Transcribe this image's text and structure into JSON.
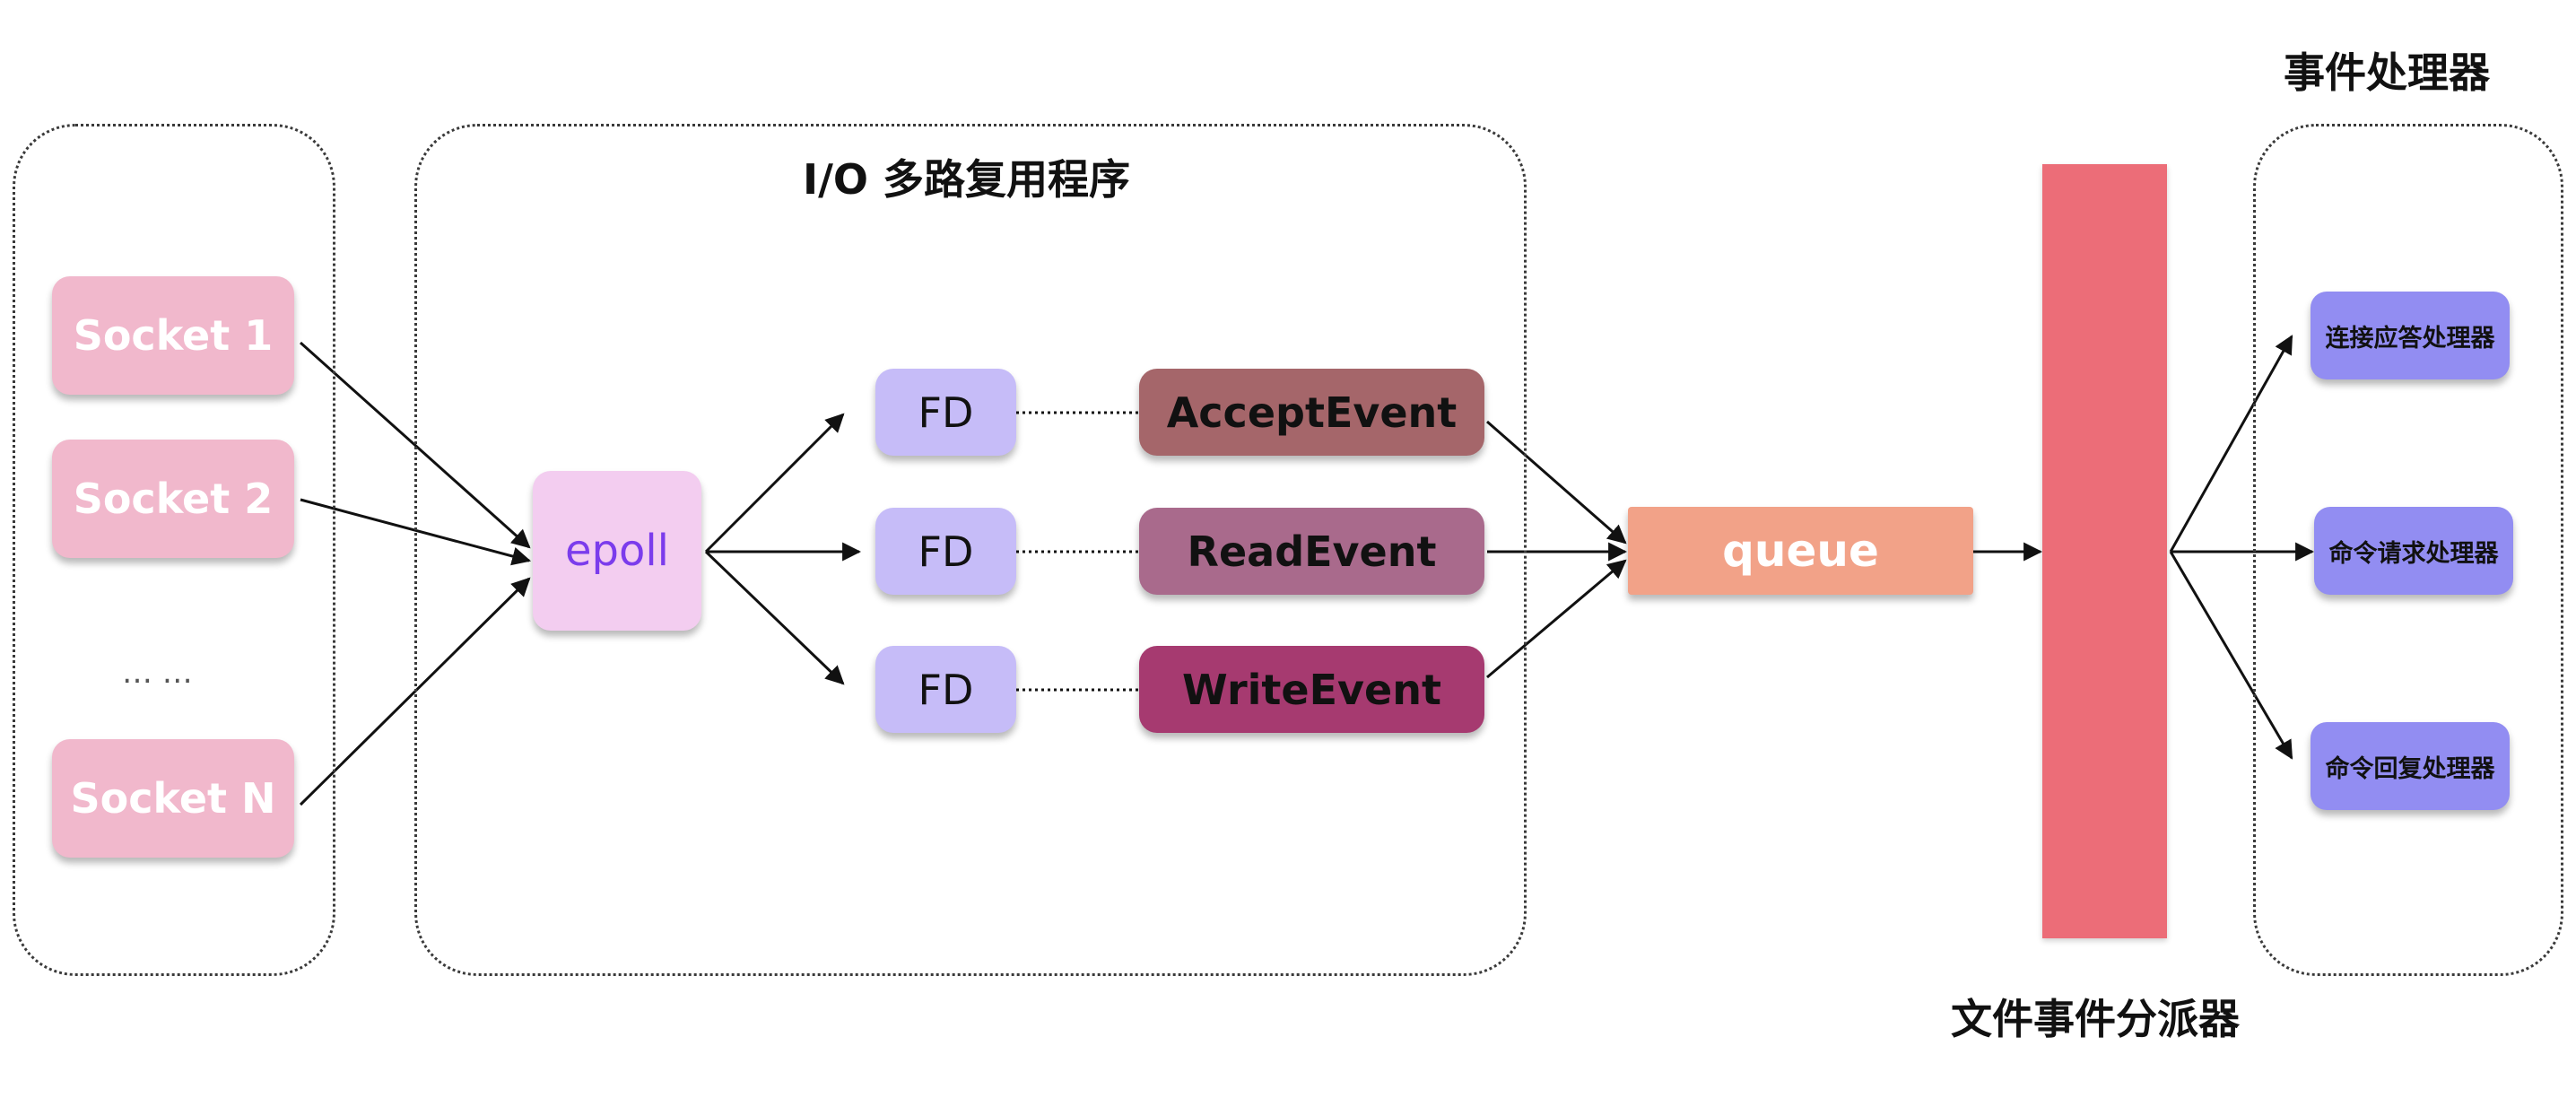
{
  "sockets": {
    "items": [
      {
        "label": "Socket 1"
      },
      {
        "label": "Socket 2"
      },
      {
        "label": "Socket N"
      }
    ],
    "ellipsis": "… …"
  },
  "io_multiplexer": {
    "title": "I/O 多路复用程序",
    "epoll_label": "epoll",
    "fds": [
      {
        "label": "FD"
      },
      {
        "label": "FD"
      },
      {
        "label": "FD"
      }
    ],
    "events": [
      {
        "label": "AcceptEvent",
        "color": "#a5666a"
      },
      {
        "label": "ReadEvent",
        "color": "#a96a8c"
      },
      {
        "label": "WriteEvent",
        "color": "#a63a70"
      }
    ]
  },
  "queue": {
    "label": "queue"
  },
  "dispatcher": {
    "label": "文件事件分派器"
  },
  "handlers": {
    "title": "事件处理器",
    "items": [
      {
        "label": "连接应答处理器"
      },
      {
        "label": "命令请求处理器"
      },
      {
        "label": "命令回复处理器"
      }
    ]
  }
}
